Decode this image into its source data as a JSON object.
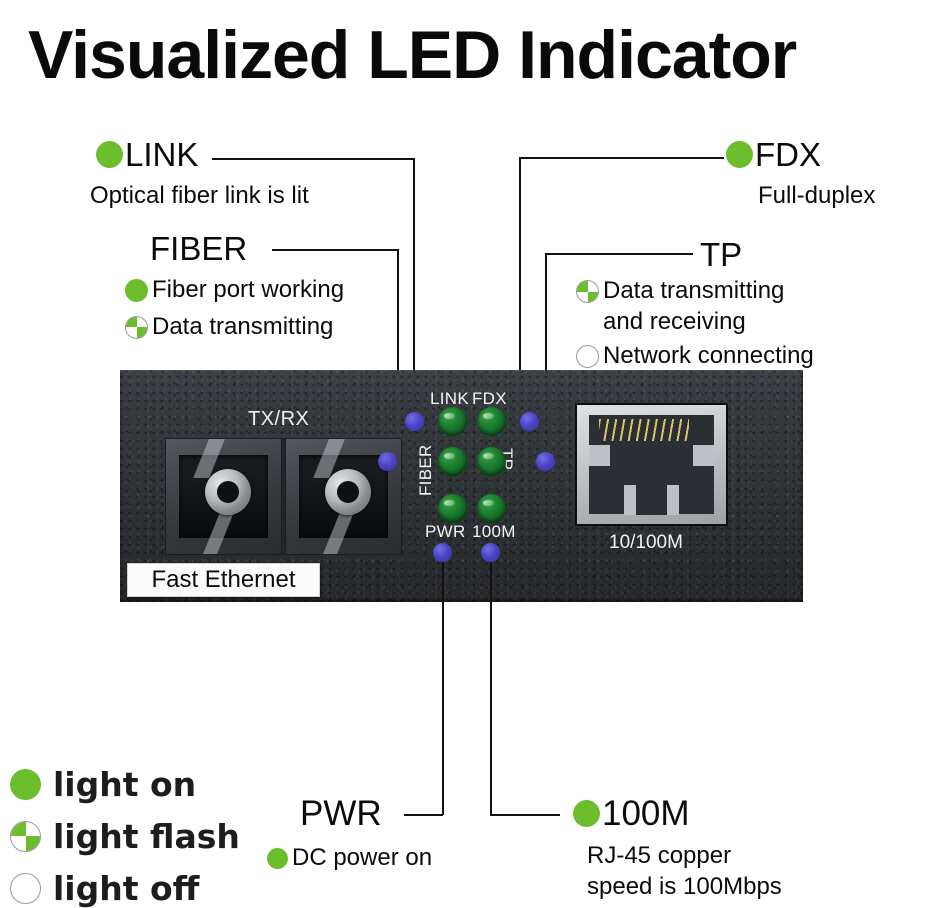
{
  "title": "Visualized LED Indicator",
  "callouts": {
    "link": {
      "name": "LINK",
      "icon": "led-on-icon",
      "desc": "Optical fiber link is lit"
    },
    "fiber": {
      "name": "FIBER",
      "items": [
        {
          "icon": "led-on-icon",
          "text": "Fiber port working"
        },
        {
          "icon": "led-flash-icon",
          "text": "Data transmitting"
        }
      ]
    },
    "fdx": {
      "name": "FDX",
      "icon": "led-on-icon",
      "desc": "Full-duplex"
    },
    "tp": {
      "name": "TP",
      "items": [
        {
          "icon": "led-flash-icon",
          "line1": "Data transmitting",
          "line2": "and receiving"
        },
        {
          "icon": "led-off-icon",
          "line1": "Network connecting"
        }
      ]
    },
    "pwr": {
      "name": "PWR",
      "icon": "led-on-icon",
      "desc": "DC power on"
    },
    "speed": {
      "name": "100M",
      "icon": "led-on-icon",
      "line1": "RJ-45 copper",
      "line2": "speed is 100Mbps"
    }
  },
  "panel": {
    "txrx_label": "TX/RX",
    "fast_ethernet_label": "Fast Ethernet",
    "rj45_label": "10/100M",
    "led_labels": {
      "link": "LINK",
      "fdx": "FDX",
      "fiber": "FIBER",
      "tp": "TP",
      "pwr": "PWR",
      "speed": "100M"
    }
  },
  "legend": [
    {
      "icon": "led-on-icon",
      "label": "light on"
    },
    {
      "icon": "led-flash-icon",
      "label": "light flash"
    },
    {
      "icon": "led-off-icon",
      "label": "light off"
    }
  ],
  "colors": {
    "led_green": "#6cbe2c",
    "marker_blue": "#4f46d6",
    "panel_dark": "#32353a",
    "text": "#0b0b0b"
  }
}
